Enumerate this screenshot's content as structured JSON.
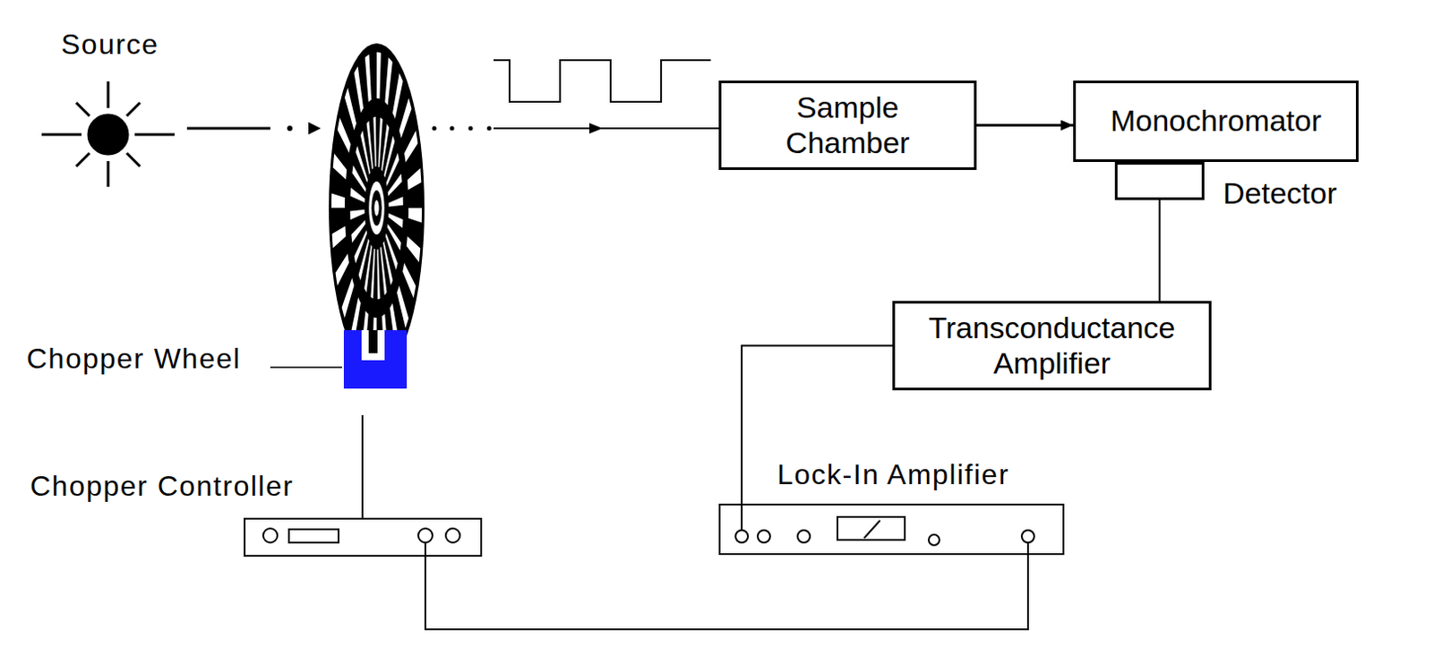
{
  "diagram": {
    "nodes": [
      {
        "text": [
          "Sample Chamber"
        ]
      },
      {
        "text": [
          "Monochromator"
        ]
      },
      {
        "text": [
          "Detector"
        ]
      },
      {
        "text": [
          "Transconductance Amplifier"
        ]
      },
      {
        "text": [
          "Chopper Controller"
        ]
      },
      {
        "text": [
          "Lock-In Amplifier"
        ]
      }
    ],
    "edges": [
      {
        "from": 0,
        "to": 1,
        "arrow": "to"
      },
      {
        "from": 2,
        "to": 3,
        "arrow": "none"
      },
      {
        "from": 3,
        "to": 5,
        "arrow": "none"
      },
      {
        "from": 4,
        "to": 5,
        "arrow": "none"
      }
    ],
    "labels": [
      "Source",
      "Chopper Wheel"
    ]
  }
}
